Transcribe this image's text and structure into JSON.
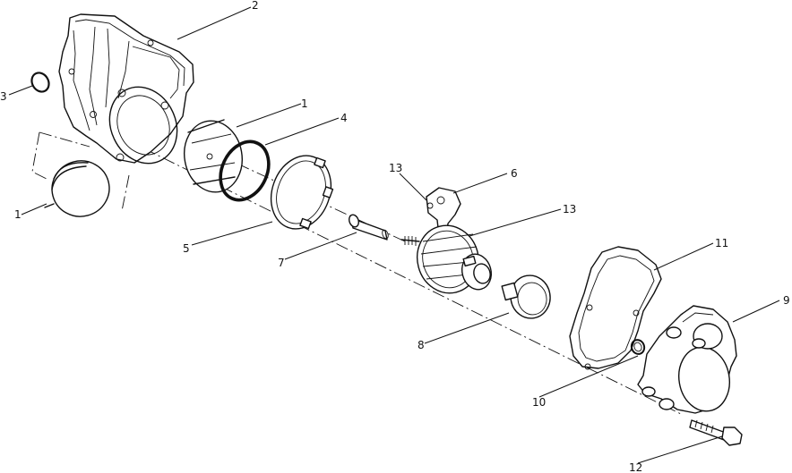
{
  "callouts": [
    {
      "id": "c2",
      "text": "2"
    },
    {
      "id": "c3",
      "text": "3"
    },
    {
      "id": "c1a",
      "text": "1"
    },
    {
      "id": "c4",
      "text": "4"
    },
    {
      "id": "c1b",
      "text": "1"
    },
    {
      "id": "c5",
      "text": "5"
    },
    {
      "id": "c7",
      "text": "7"
    },
    {
      "id": "c13a",
      "text": "13"
    },
    {
      "id": "c6",
      "text": "6"
    },
    {
      "id": "c13b",
      "text": "13"
    },
    {
      "id": "c11",
      "text": "11"
    },
    {
      "id": "c9",
      "text": "9"
    },
    {
      "id": "c8",
      "text": "8"
    },
    {
      "id": "c10",
      "text": "10"
    },
    {
      "id": "c12",
      "text": "12"
    }
  ]
}
